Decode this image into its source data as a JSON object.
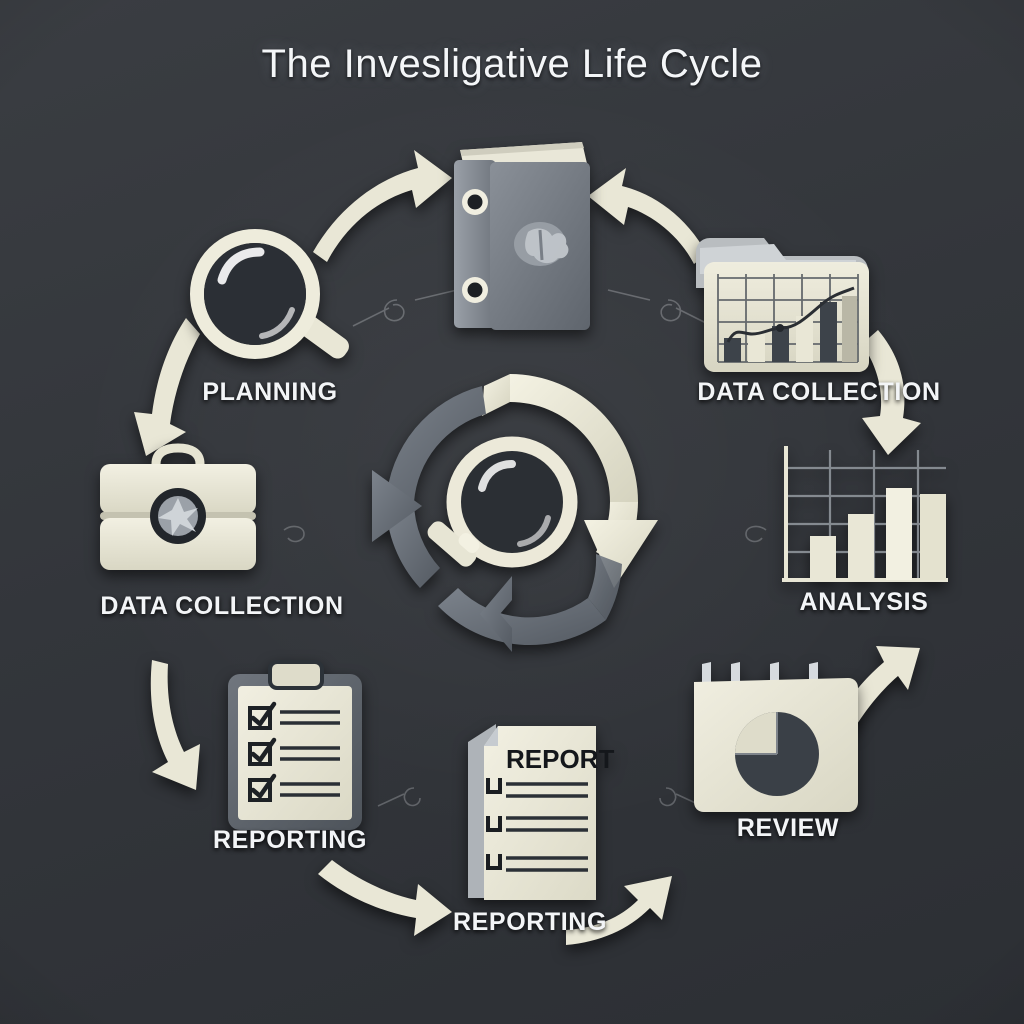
{
  "diagram": {
    "title": "The Invesligative Life Cycle",
    "background_color": "#34373c",
    "accent_cream": "#e9e7d6",
    "accent_gray": "#6e747c",
    "text_color": "#f3f5f7",
    "center": {
      "name": "cycle-hub",
      "icon": "magnifying-glass-icon",
      "arc_colors": [
        "#e9e7d6",
        "#6e747c"
      ],
      "arrow_count": 3,
      "direction": "clockwise"
    },
    "nodes": [
      {
        "id": "planning",
        "label": "PLANNING",
        "icon": "magnifying-glass-icon",
        "position": "top-left"
      },
      {
        "id": "binder",
        "label": "",
        "icon": "binder-book-icon",
        "position": "top-center"
      },
      {
        "id": "data-collection-1",
        "label": "DATA COLLECTION",
        "icon": "folder-chart-icon",
        "position": "top-right"
      },
      {
        "id": "analysis",
        "label": "ANALYSIS",
        "icon": "bar-chart-icon",
        "position": "right"
      },
      {
        "id": "review",
        "label": "REVIEW",
        "icon": "notepad-pie-chart-icon",
        "position": "bottom-right"
      },
      {
        "id": "reporting-1",
        "label": "REPORTING",
        "icon": "report-document-icon",
        "position": "bottom-center"
      },
      {
        "id": "reporting-2",
        "label": "REPORTING",
        "icon": "clipboard-checklist-icon",
        "position": "bottom-left"
      },
      {
        "id": "data-collection-2",
        "label": "DATA COLLECTION",
        "icon": "briefcase-icon",
        "position": "left"
      }
    ],
    "connectors": [
      {
        "from": "planning",
        "to": "binder",
        "style": "curved-arrow",
        "color": "#e9e7d6"
      },
      {
        "from": "data-collection-1",
        "to": "binder",
        "style": "curved-arrow",
        "color": "#e9e7d6"
      },
      {
        "from": "data-collection-1",
        "to": "analysis",
        "style": "curved-arrow",
        "color": "#e9e7d6"
      },
      {
        "from": "review",
        "to": "analysis",
        "style": "curved-arrow",
        "color": "#e9e7d6"
      },
      {
        "from": "reporting-1",
        "to": "review",
        "style": "curved-arrow",
        "color": "#e9e7d6"
      },
      {
        "from": "reporting-2",
        "to": "reporting-1",
        "style": "curved-arrow",
        "color": "#e9e7d6"
      },
      {
        "from": "data-collection-2",
        "to": "reporting-2",
        "style": "curved-arrow",
        "color": "#e9e7d6"
      },
      {
        "from": "planning",
        "to": "data-collection-2",
        "style": "curved-arrow",
        "color": "#e9e7d6"
      }
    ],
    "icon_details": {
      "report_document_heading": "REPORT",
      "report_document_checkbox_count": 3,
      "clipboard_checked_items": 3,
      "folder_chart_bars": 6,
      "bar_chart_values": [
        40,
        58,
        78,
        72
      ],
      "notepad_rings": 4,
      "pie_slice_fraction": "1/4",
      "binder_ring_holes": 2
    }
  }
}
